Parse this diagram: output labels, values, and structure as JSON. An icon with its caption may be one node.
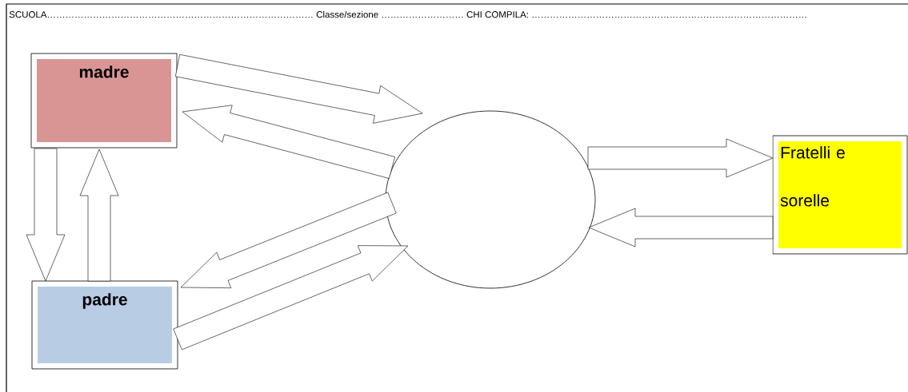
{
  "diagram": {
    "nodes": [
      {
        "text": [
          "madre"
        ]
      },
      {
        "text": [
          "padre"
        ]
      },
      {
        "text": [],
        "shape": "ellipse"
      },
      {
        "text": [
          "Fratelli e sorelle"
        ]
      }
    ],
    "edges": [
      {
        "from": 0,
        "to": 2,
        "arrow": "to"
      },
      {
        "from": 2,
        "to": 0,
        "arrow": "to"
      },
      {
        "from": 0,
        "to": 1,
        "arrow": "to"
      },
      {
        "from": 1,
        "to": 0,
        "arrow": "to"
      },
      {
        "from": 2,
        "to": 1,
        "arrow": "to"
      },
      {
        "from": 1,
        "to": 2,
        "arrow": "to"
      },
      {
        "from": 2,
        "to": 3,
        "arrow": "to"
      },
      {
        "from": 3,
        "to": 2,
        "arrow": "to"
      }
    ],
    "labels": [
      "SCUOLA……………………………………………………………………………  Classe/sezione ……………………… CHI COMPILA: ………………………………………………………………………………"
    ]
  }
}
